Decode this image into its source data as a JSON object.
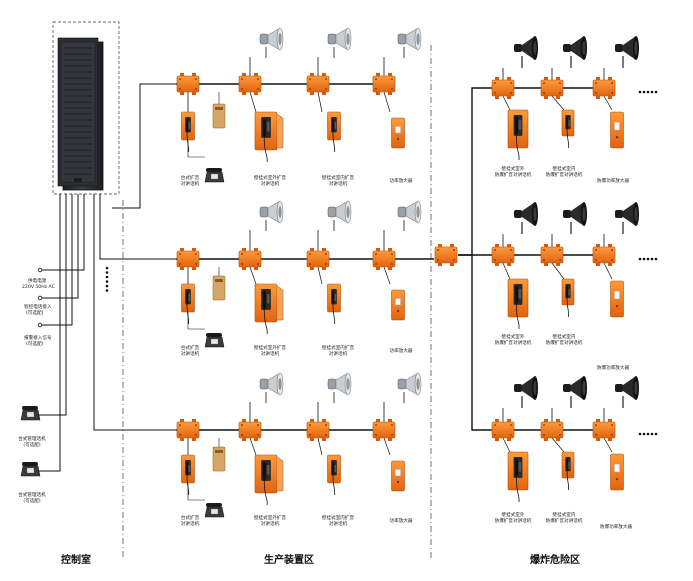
{
  "zones": {
    "control": "控制室",
    "production": "生产装置区",
    "hazard": "爆炸危险区"
  },
  "left_labels": {
    "power_1": "供电电源",
    "power_2": "220V 50Hz AC",
    "phone_1": "程控电话接入",
    "phone_2": "(可选配)",
    "alarm_1": "报警接入信号",
    "alarm_2": "(可选配)",
    "desk1_1": "台式管理话机",
    "desk1_2": "(可选配)",
    "desk2_1": "台式管理话机",
    "desk2_2": "(可选配)"
  },
  "prod_labels": {
    "desk_1": "台式扩音",
    "desk_2": "对讲话机",
    "outdoor_1": "壁挂式室外扩音",
    "outdoor_2": "对讲话机",
    "indoor_1": "壁挂式室内扩音",
    "indoor_2": "对讲话机",
    "amp": "功率放大器"
  },
  "hazard_labels": {
    "outdoor_1": "壁挂式室外",
    "outdoor_2": "防爆扩音对讲话机",
    "indoor_1": "壁挂式室内",
    "indoor_2": "防爆扩音对讲话机",
    "amp": "防爆功率放大器"
  },
  "colors": {
    "orange": "#f07a1a",
    "wire": "#111111",
    "cabinet": "#2b2e33"
  }
}
